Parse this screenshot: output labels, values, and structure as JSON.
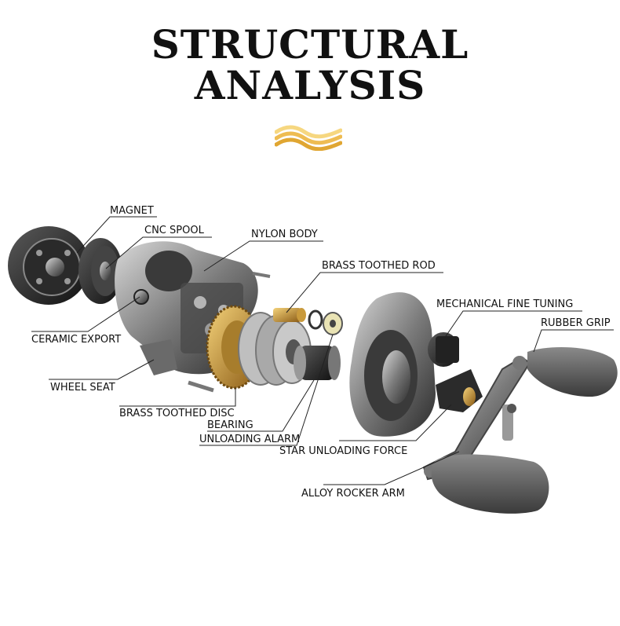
{
  "title": {
    "line1": "STRUCTURAL",
    "line2": "ANALYSIS"
  },
  "accent_colors": {
    "wave_light": "#f6d780",
    "wave_dark": "#e0a632"
  },
  "labels": {
    "magnet": "MAGNET",
    "cnc_spool": "CNC SPOOL",
    "nylon_body": "NYLON BODY",
    "brass_toothed_rod": "BRASS TOOTHED ROD",
    "mechanical_fine_tuning": "MECHANICAL FINE TUNING",
    "rubber_grip": "RUBBER GRIP",
    "ceramic_export": "CERAMIC EXPORT",
    "wheel_seat": "WHEEL SEAT",
    "brass_toothed_disc": "BRASS TOOTHED DISC",
    "bearing": "BEARING",
    "unloading_alarm": "UNLOADING ALARM",
    "star_unloading_force": "STAR UNLOADING FORCE",
    "alloy_rocker_arm": "ALLOY ROCKER ARM"
  }
}
